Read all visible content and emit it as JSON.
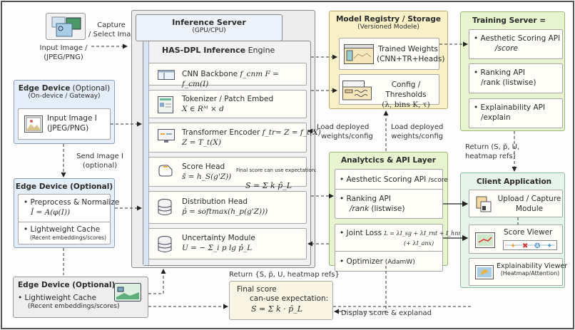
{
  "input": {
    "label_line1": "Input Image /",
    "label_line2": "(JPEG/PNG)",
    "arrow_label_line1": "Capture",
    "arrow_label_line2": "/ Select Image"
  },
  "inference_server": {
    "title": "Inference Server",
    "subtitle": "(GPU/CPU)",
    "engine_title_bold": "HAS-DPL Inference",
    "engine_title_rest": " Engine",
    "modules": [
      {
        "name": "CNN Backbone",
        "formula": "f_cnm  F = f_cm(I)",
        "formula2": ""
      },
      {
        "name": "Tokenizer / Patch Embed",
        "formula": "",
        "formula2": "X ∈ Rᴹ × d"
      },
      {
        "name": "Transformer Encoder",
        "formula": "f_tr= Z = f_t(X)",
        "formula2": "Z = T_t(X)"
      },
      {
        "name": "Score Head",
        "formula": "",
        "formula2": "s̃ = h_S(g'Z))"
      },
      {
        "name": "Distribution Head",
        "formula": "",
        "formula2": "p̂ = softmax(h_p(g'Z)))"
      },
      {
        "name": "Uncertainty Module",
        "formula": "",
        "formula2": "U = − Σ_i p lg p̂_L"
      }
    ],
    "score_note": "Final score can use expectation:",
    "score_note_formula": "S = Σ k  p̂_L"
  },
  "edge_device_1": {
    "title_bold": "Edge Device",
    "title_rest": " (Optional)",
    "subtitle": "(On-device / Gateway)",
    "input_label": "Input Image I",
    "input_format": "(JPEG/PNG)"
  },
  "send_label_line1": "Send Image I",
  "send_label_line2": "(optional)",
  "edge_device_2": {
    "title": "Edge Device (Optional)",
    "item1_line1": "Preprocess & Normalize",
    "item1_line2": "Î = A(φ(I))",
    "item2_line1": "Lightweight Cache",
    "item2_line2": "(Recent embeddings/scores)"
  },
  "edge_device_3": {
    "title": "Edge Device (Optional)",
    "item1_line1": "Lightiweight Cache",
    "item1_line2": "(Recent embeddings/scores)"
  },
  "model_registry": {
    "title": "Model Registry / Storage",
    "subtitle": "(Versioned Modele)",
    "weights_line1": "Trained Weights",
    "weights_line2": "(CNN+TR+Heads)",
    "config_line1": "Config / Thresholds",
    "config_line2": "(λ, bins K, τ)"
  },
  "load_label_left_line1": "Load deployed",
  "load_label_left_line2": "weights/config",
  "load_label_right_line1": "Load deployed",
  "load_label_right_line2": "weights/config",
  "analytics": {
    "title": "Analytcics & API Layer",
    "item1": "Aesthetic Scoring API",
    "item1_path": "/score",
    "item2_line1": "Ranking API",
    "item2_path": "/rank",
    "item2_rest": " (listwise)",
    "item3_label": "Joint Loss",
    "item3_formula": "L = λI_sg + λI_rnt + I_hnn",
    "item3_formula2": "(+ λI_anx)",
    "item4": "Optimizer",
    "item4_rest": " (AdamW)"
  },
  "training_server": {
    "title": "Training Server =",
    "items": [
      {
        "line1": "Aesthetic Scoring API",
        "line2": "/score"
      },
      {
        "line1": "Ranking API",
        "line2": "/rank (listwise)"
      },
      {
        "line1": "Explainability API",
        "line2": "/explain"
      }
    ]
  },
  "return_label_right_line1": "Return (S, p̃, U,",
  "return_label_right_line2": "heatmap refs)",
  "client_app": {
    "title": "Client Application",
    "upload_line1": "Upload / Capture",
    "upload_line2": "Module",
    "score_viewer": "Score Viewer",
    "explain_line1": "Explainability Viewer",
    "explain_line2": "(Heatmap/Attention)"
  },
  "return_label_bottom": "Return {S, p̃, U, heatmap refs}",
  "final_score": {
    "line1": "Final score",
    "line2": "can-use expectation:",
    "formula": "S = Σ k · p̂_L"
  },
  "display_label": "Display score & explanad",
  "colors": {
    "blue_panel": "#e3eef8",
    "yellow_panel": "#fbf1c9",
    "green_panel": "#e8f3d0",
    "teal_panel": "#e6f4ec",
    "gray_panel": "#eeeeee"
  }
}
